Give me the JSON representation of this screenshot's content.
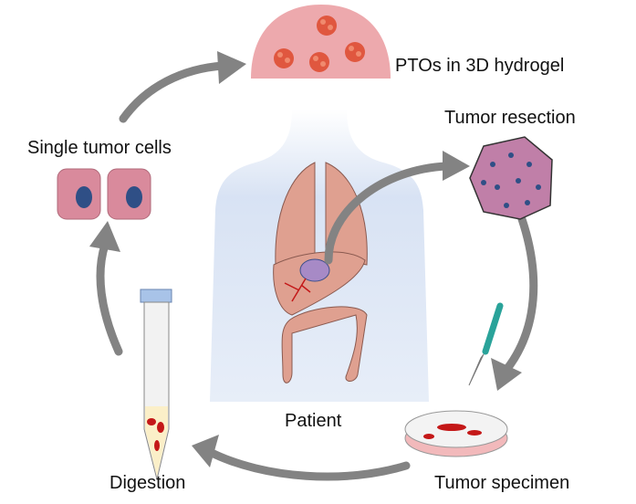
{
  "labels": {
    "hydrogel": "PTOs in 3D hydrogel",
    "resection": "Tumor resection",
    "single_cells": "Single tumor cells",
    "patient": "Patient",
    "digestion": "Digestion",
    "specimen": "Tumor specimen"
  },
  "colors": {
    "arrow": "#838383",
    "hydrogel": "#eda9ad",
    "organoid": "#e0573f",
    "organ": "#dfa090",
    "cell": "#d98a9c",
    "nucleus": "#2f4f86",
    "tumor": "#c07fa8",
    "body": "#c5d5ee"
  }
}
